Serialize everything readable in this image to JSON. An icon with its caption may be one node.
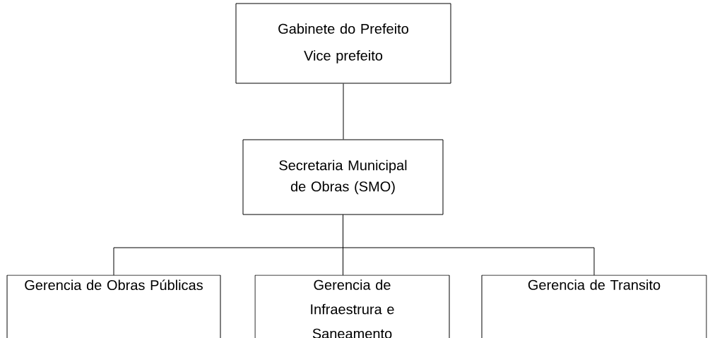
{
  "diagram": {
    "nodes": [
      {
        "text": [
          "Gabinete do Prefeito",
          "Vice prefeito"
        ]
      },
      {
        "text": [
          "Secretaria Municipal de Obras (SMO)"
        ]
      },
      {
        "text": [
          "Gerencia de Obras Públicas"
        ]
      },
      {
        "text": [
          "Gerencia de Infraestrura e Saneamento"
        ]
      },
      {
        "text": [
          "Gerencia de Transito"
        ]
      }
    ],
    "edges": [
      {
        "from": 0,
        "to": 1,
        "arrow": "none"
      },
      {
        "from": 1,
        "to": 2,
        "arrow": "none"
      },
      {
        "from": 1,
        "to": 3,
        "arrow": "none"
      },
      {
        "from": 1,
        "to": 4,
        "arrow": "none"
      }
    ]
  }
}
